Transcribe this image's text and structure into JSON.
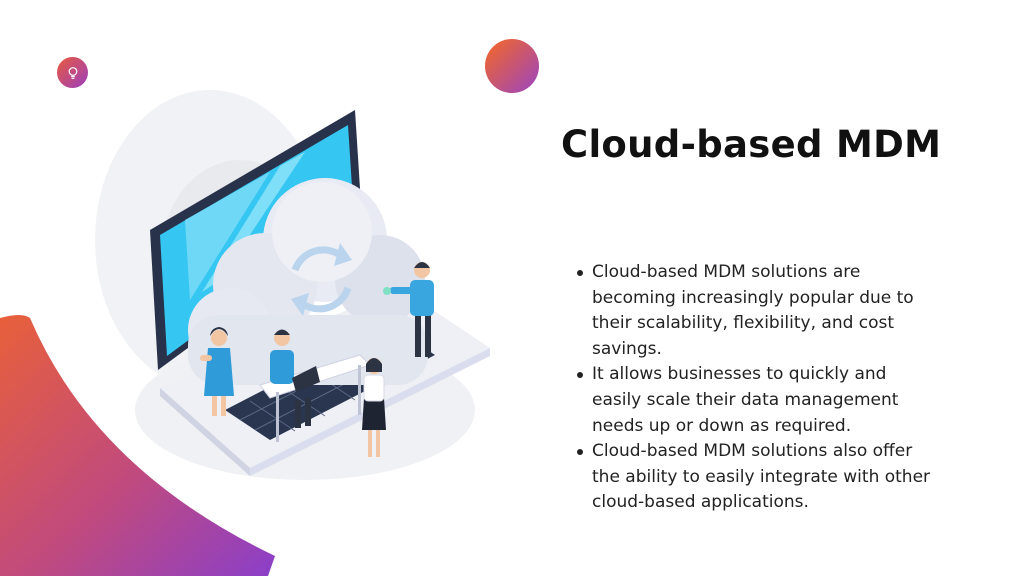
{
  "slide": {
    "title": "Cloud-based MDM",
    "bullets": [
      "Cloud-based MDM solutions are becoming increasingly popular due to their scalability, flexibility, and cost savings.",
      "It allows businesses to quickly and easily scale their data management needs up or down as required.",
      "Cloud-based MDM solutions also offer the ability to easily integrate with other cloud-based applications."
    ]
  },
  "icons": {
    "badge": "lightbulb-icon",
    "illustration": "cloud-laptop-illustration"
  },
  "colors": {
    "gradient_start": "#e85a3c",
    "gradient_end": "#9b3fc0",
    "title": "#111111",
    "body_text": "#222222",
    "screen": "#35c6f2"
  }
}
